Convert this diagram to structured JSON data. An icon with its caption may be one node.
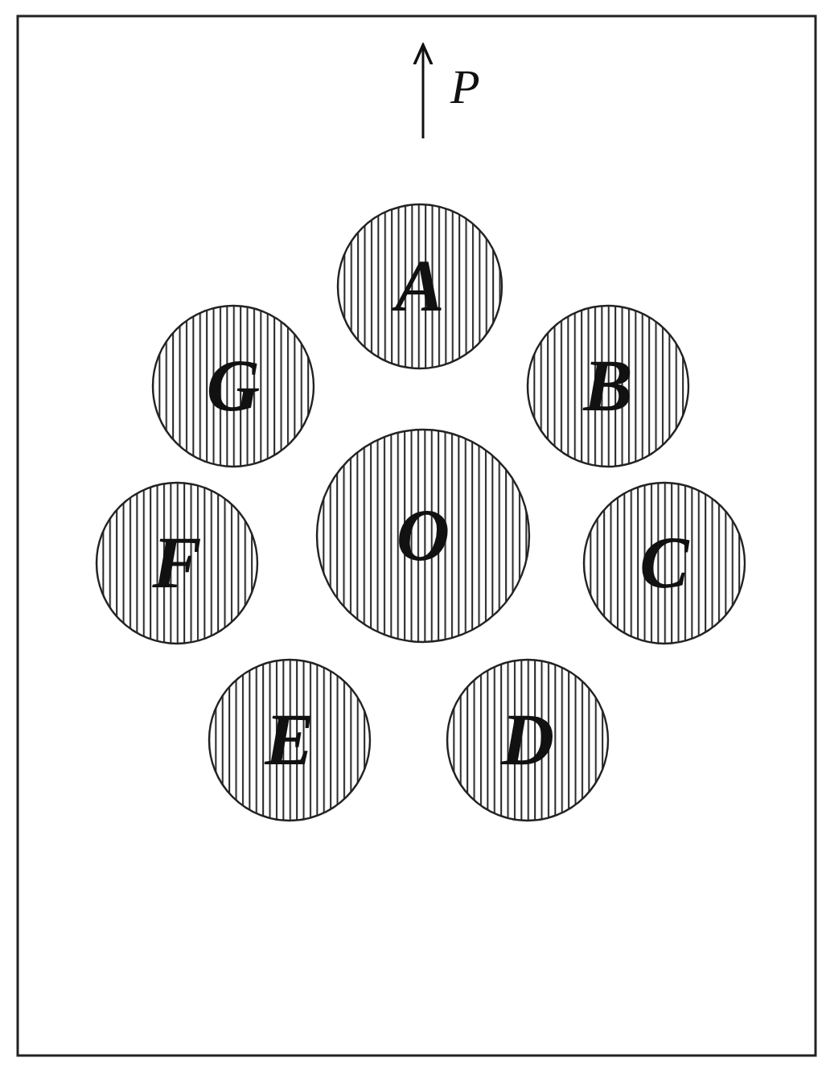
{
  "diagram": {
    "nodes": [
      {
        "text": [
          "A"
        ]
      },
      {
        "text": [
          "G"
        ]
      },
      {
        "text": [
          "B"
        ]
      },
      {
        "text": [
          "O"
        ]
      },
      {
        "text": [
          "F"
        ]
      },
      {
        "text": [
          "C"
        ]
      },
      {
        "text": [
          "E"
        ]
      },
      {
        "text": [
          "D"
        ]
      }
    ],
    "labels": [
      "P"
    ]
  }
}
